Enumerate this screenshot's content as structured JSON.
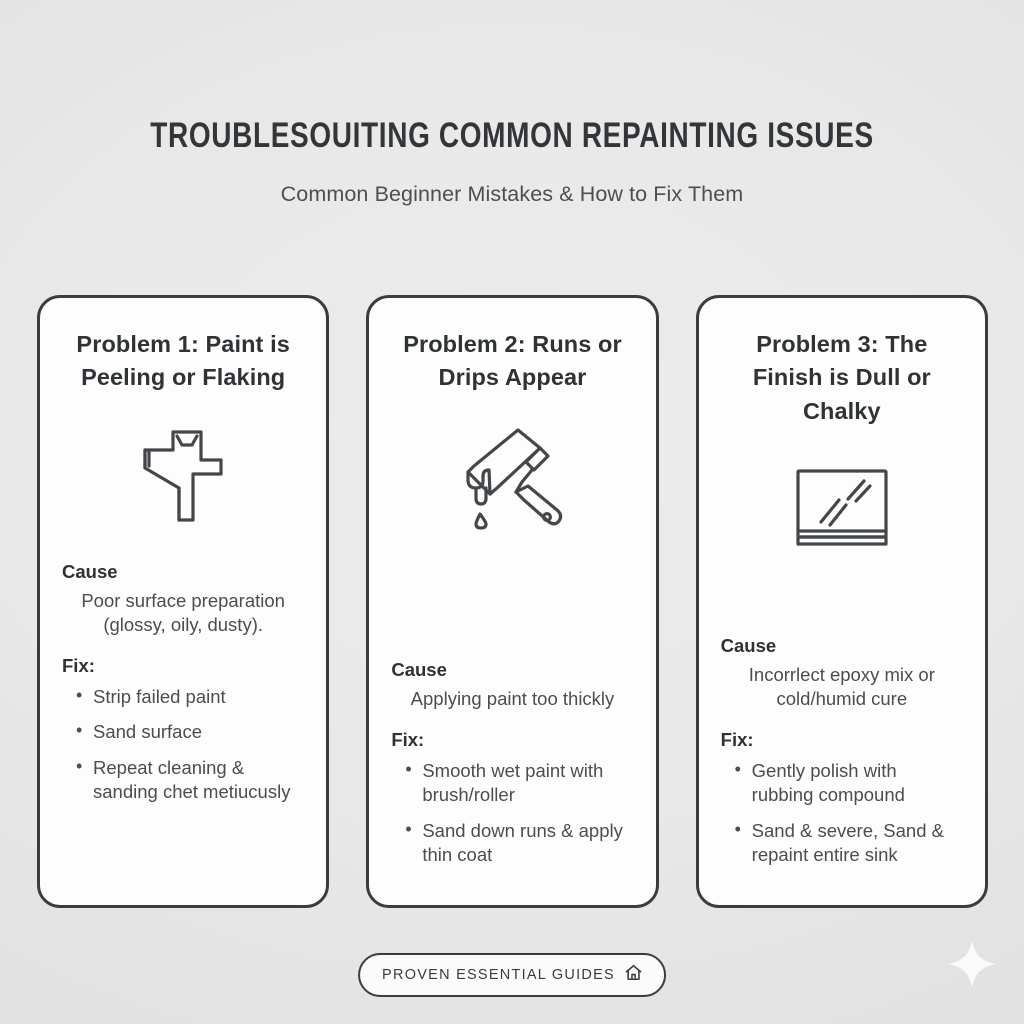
{
  "header": {
    "title": "TROUBLESOUITING COMMON REPAINTING ISSUES",
    "subtitle": "Common Beginner Mistakes & How to Fix Them"
  },
  "labels": {
    "cause_heading": "Cause",
    "fix_heading": "Fix:"
  },
  "cards": [
    {
      "title": "Problem 1: Paint is Peeling or Flaking",
      "icon": "paint-scraper-icon",
      "cause": "Poor surface preparation (glossy, oily, dusty).",
      "fixes": [
        "Strip failed paint",
        "Sand surface",
        "Repeat cleaning & sanding chet metiucusly"
      ]
    },
    {
      "title": "Problem 2: Runs or Drips Appear",
      "icon": "paint-roller-drip-icon",
      "cause": "Applying paint too thickly",
      "fixes": [
        "Smooth wet paint with brush/roller",
        "Sand down runs & apply thin coat"
      ]
    },
    {
      "title": "Problem 3: The Finish is Dull or Chalky",
      "icon": "glossy-panel-icon",
      "cause": "Incorrlect epoxy mix or cold/humid cure",
      "fixes": [
        "Gently polish with rubbing compound",
        "Sand & severe, Sand & repaint entire sink"
      ]
    }
  ],
  "footer": {
    "badge_text": "PROVEN ESSENTIAL GUIDES",
    "badge_icon": "house-icon",
    "sparkle_icon": "sparkle-icon"
  },
  "colors": {
    "background": "#e8e8e8",
    "card_background": "#fdfdfd",
    "outline": "#3a3d40",
    "heading_text": "#303336",
    "body_text": "#4a4d51"
  }
}
